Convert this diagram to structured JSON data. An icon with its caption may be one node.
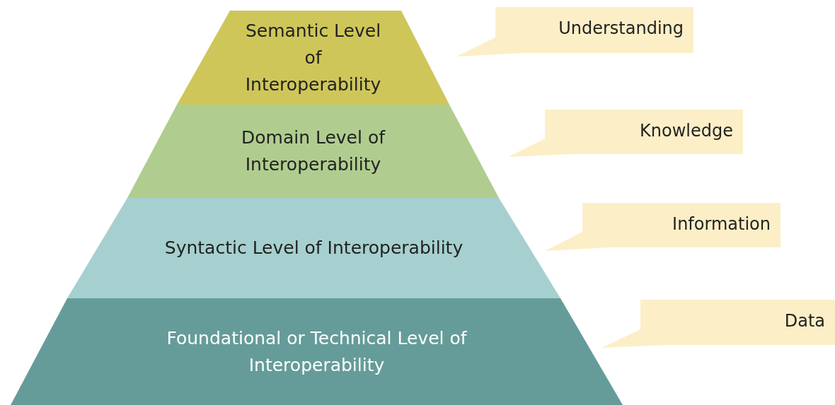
{
  "diagram": {
    "nodes": [
      {
        "text": [
          "Semantic Level of Interoperability"
        ]
      },
      {
        "text": [
          "Understanding"
        ]
      },
      {
        "text": [
          "Domain Level of Interoperability"
        ]
      },
      {
        "text": [
          "Knowledge"
        ]
      },
      {
        "text": [
          "Syntactic Level of Interoperability"
        ]
      },
      {
        "text": [
          "Information"
        ]
      },
      {
        "text": [
          "Foundational or Technical Level of Interoperability"
        ]
      },
      {
        "text": [
          "Data"
        ]
      }
    ]
  }
}
